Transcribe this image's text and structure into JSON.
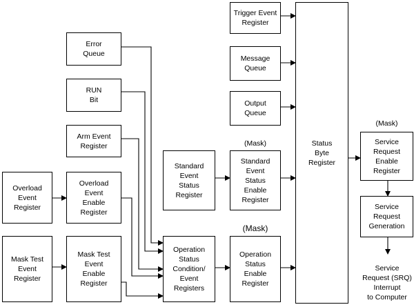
{
  "boxes": {
    "trigger_event": "Trigger Event\nRegister",
    "message_queue": "Message\nQueue",
    "output_queue": "Output\nQueue",
    "status_byte": "Status\nByte\nRegister",
    "error_queue": "Error\nQueue",
    "run_bit": "RUN\nBit",
    "arm_event": "Arm Event\nRegister",
    "overload_event": "Overload\nEvent\nRegister",
    "overload_enable": "Overload\nEvent\nEnable\nRegister",
    "masktest_event": "Mask Test\nEvent\nRegister",
    "masktest_enable": "Mask Test\nEvent\nEnable\nRegister",
    "std_event_status": "Standard\nEvent\nStatus\nRegister",
    "std_event_enable": "Standard\nEvent\nStatus\nEnable\nRegister",
    "op_status_cond": "Operation\nStatus\nCondition/\nEvent\nRegisters",
    "op_status_enable": "Operation\nStatus\nEnable\nRegister",
    "srq_enable": "Service\nRequest\nEnable\nRegister",
    "srq_generation": "Service\nRequest\nGeneration"
  },
  "labels": {
    "mask_std": "(Mask)",
    "mask_op": "(Mask)",
    "mask_srq": "(Mask)",
    "srq_output": "Service\nRequest (SRQ)\nInterrupt\nto Computer"
  }
}
